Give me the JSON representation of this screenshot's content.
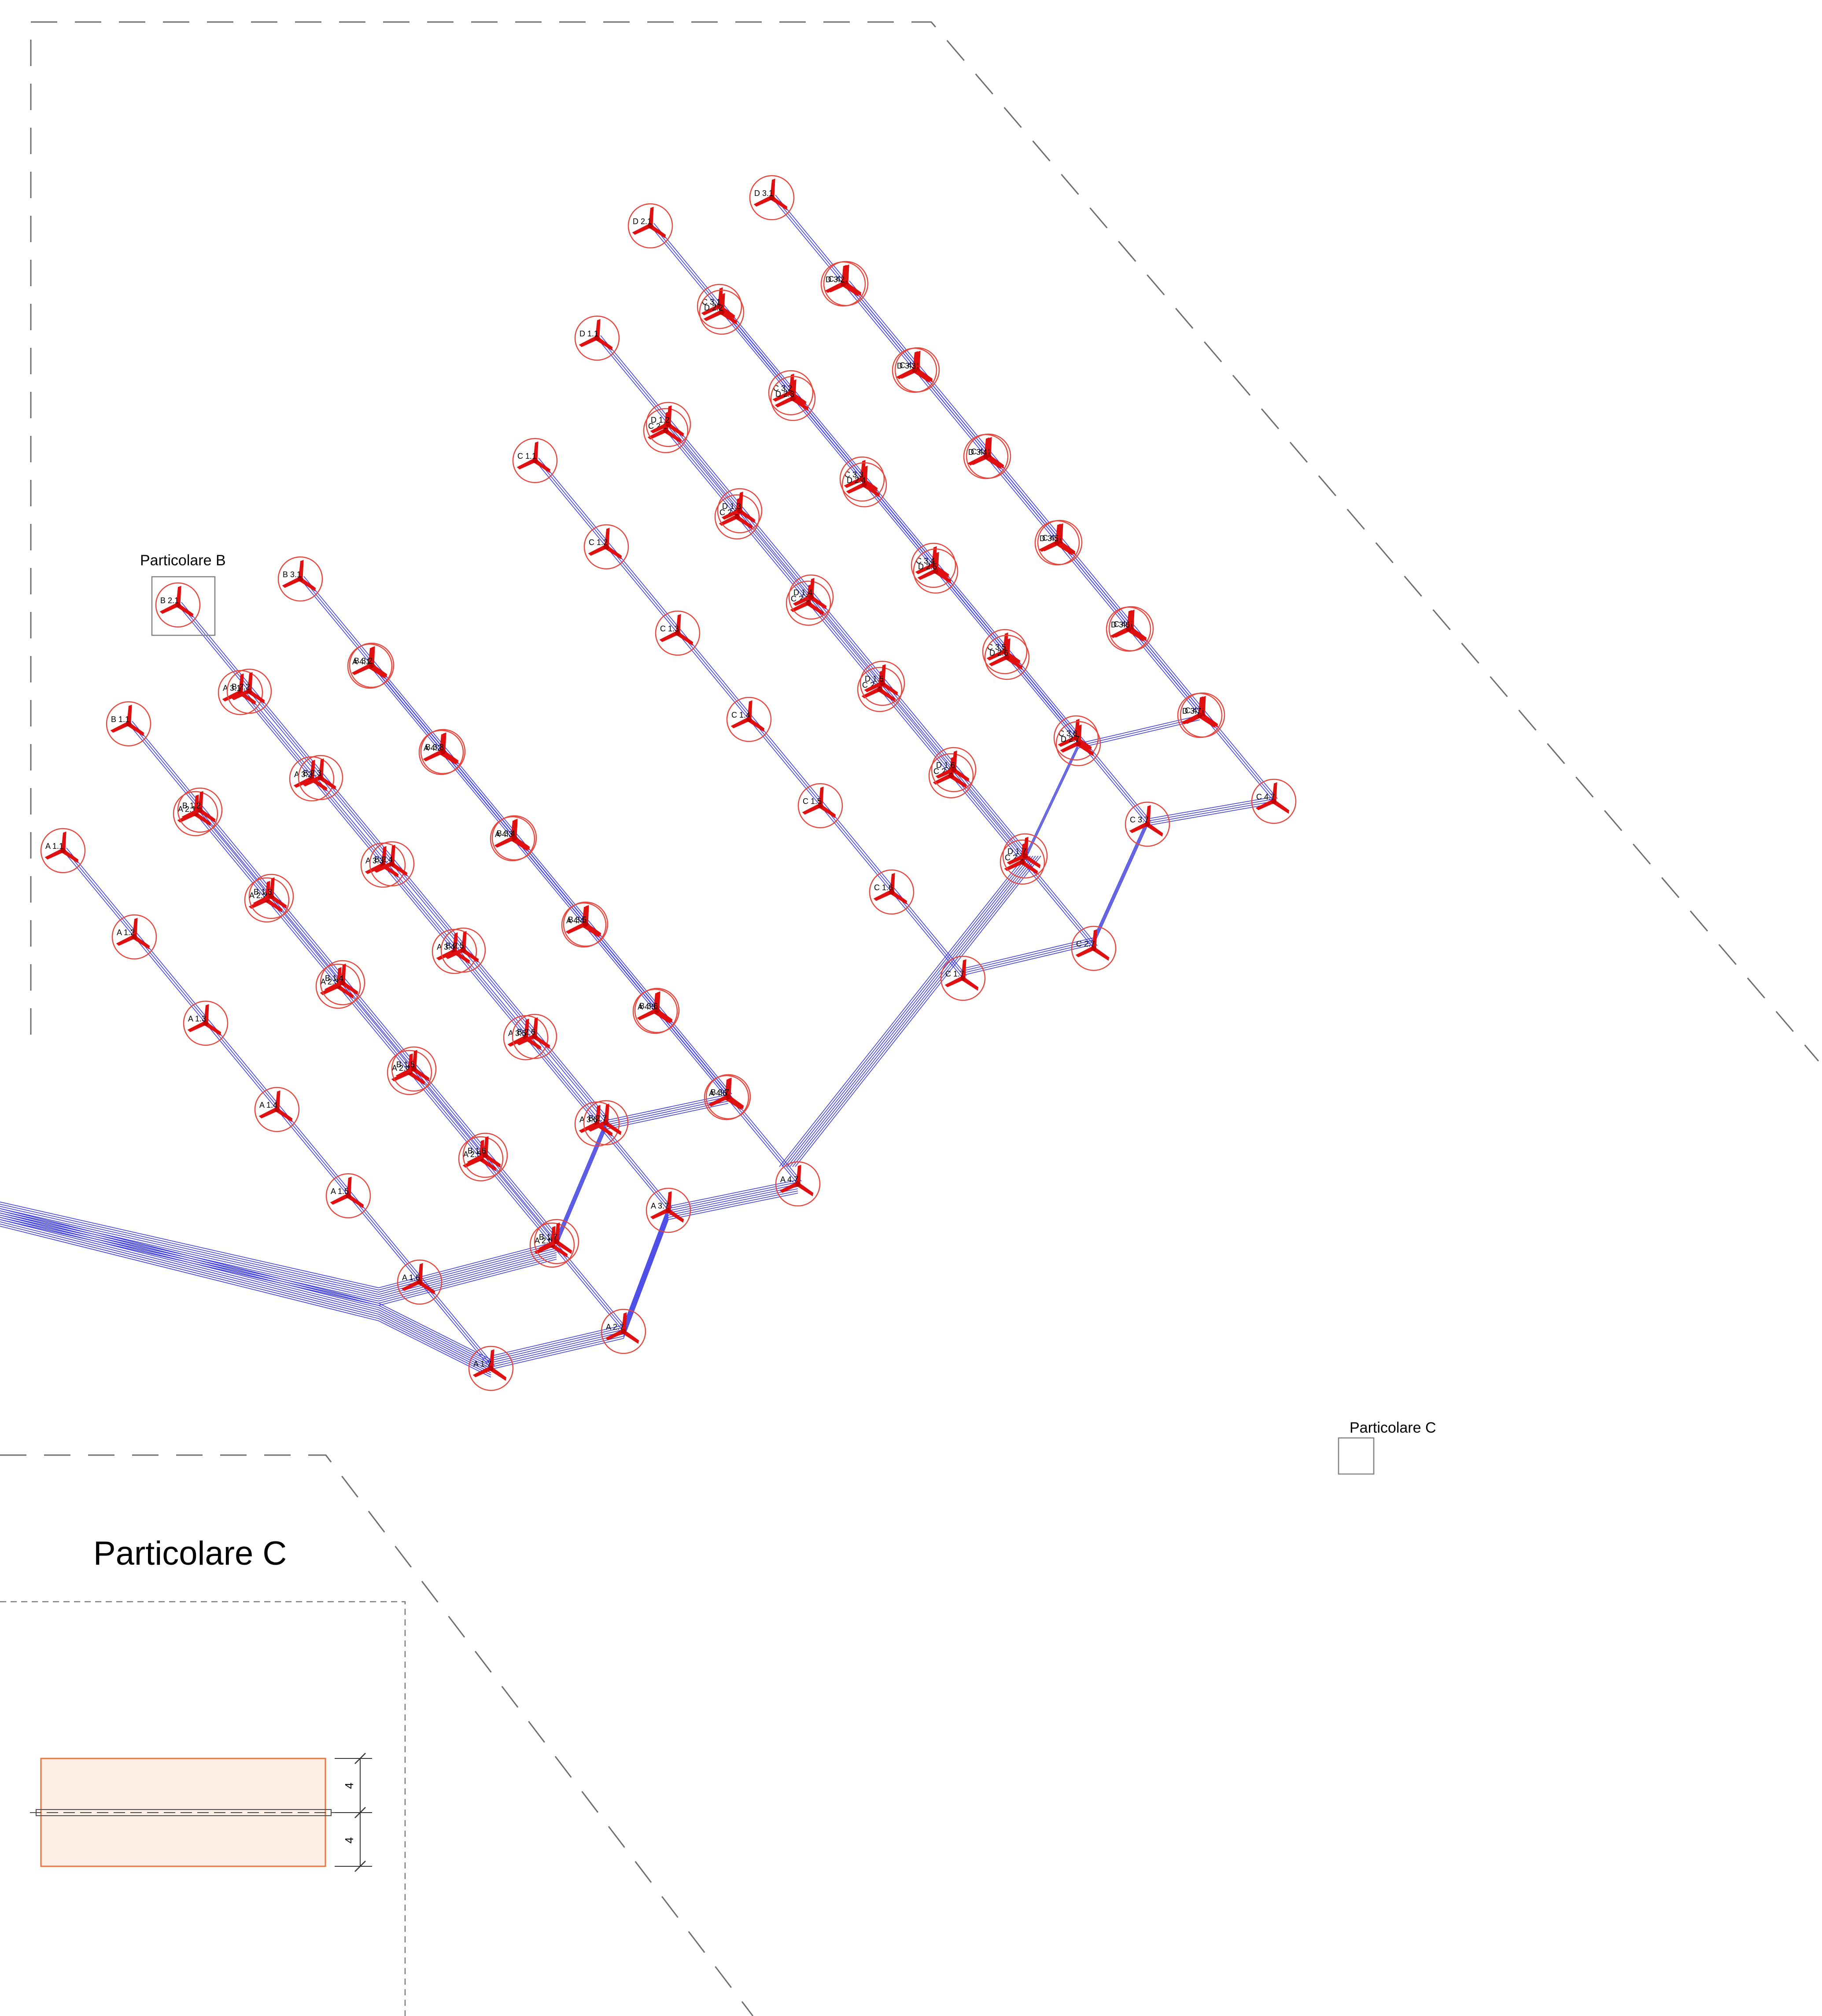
{
  "labels": {
    "particolare_b": "Particolare B",
    "particolare_c_small": "Particolare C",
    "particolare_c_title": "Particolare C",
    "dim_upper": "4",
    "dim_lower": "4"
  },
  "colors": {
    "turbine_circle": "#e8453c",
    "turbine_blade": "#e01010",
    "cable": "#3a3ae8",
    "boundary": "#6e6e6e",
    "pad_fill": "#fdeee5",
    "pad_stroke": "#e8743c"
  },
  "turbines": [
    {
      "id": "A 1.1"
    },
    {
      "id": "A 1.2"
    },
    {
      "id": "A 1.3"
    },
    {
      "id": "A 1.4"
    },
    {
      "id": "A 1.5"
    },
    {
      "id": "A 1.6"
    },
    {
      "id": "A 1.7"
    },
    {
      "id": "A 2.1"
    },
    {
      "id": "A 2.2"
    },
    {
      "id": "A 2.3"
    },
    {
      "id": "A 2.4"
    },
    {
      "id": "A 2.5"
    },
    {
      "id": "A 2.6"
    },
    {
      "id": "A 2.7"
    },
    {
      "id": "A 3.1"
    },
    {
      "id": "A 3.2"
    },
    {
      "id": "A 3.3"
    },
    {
      "id": "A 3.4"
    },
    {
      "id": "A 3.5"
    },
    {
      "id": "A 3.6"
    },
    {
      "id": "A 3.7"
    },
    {
      "id": "A 4.1"
    },
    {
      "id": "A 4.2"
    },
    {
      "id": "A 4.3"
    },
    {
      "id": "A 4.4"
    },
    {
      "id": "A 4.5"
    },
    {
      "id": "A 4.6"
    },
    {
      "id": "A 4.7"
    },
    {
      "id": "B 1.1"
    },
    {
      "id": "B 1.2"
    },
    {
      "id": "B 1.3"
    },
    {
      "id": "B 1.4"
    },
    {
      "id": "B 1.5"
    },
    {
      "id": "B 1.6"
    },
    {
      "id": "B 1.7"
    },
    {
      "id": "B 2.1"
    },
    {
      "id": "B 2.2"
    },
    {
      "id": "B 2.3"
    },
    {
      "id": "B 2.4"
    },
    {
      "id": "B 2.5"
    },
    {
      "id": "B 2.6"
    },
    {
      "id": "B 2.7"
    },
    {
      "id": "B 3.1"
    },
    {
      "id": "B 3.2"
    },
    {
      "id": "B 3.3"
    },
    {
      "id": "B 3.4"
    },
    {
      "id": "B 3.5"
    },
    {
      "id": "B 3.6"
    },
    {
      "id": "B 3.7"
    },
    {
      "id": "C 1.1"
    },
    {
      "id": "C 1.2"
    },
    {
      "id": "C 1.3"
    },
    {
      "id": "C 1.4"
    },
    {
      "id": "C 1.5"
    },
    {
      "id": "C 1.6"
    },
    {
      "id": "C 1.7"
    },
    {
      "id": "C 2.1"
    },
    {
      "id": "C 2.2"
    },
    {
      "id": "C 2.3"
    },
    {
      "id": "C 2.4"
    },
    {
      "id": "C 2.5"
    },
    {
      "id": "C 2.6"
    },
    {
      "id": "C 2.7"
    },
    {
      "id": "C 3.1"
    },
    {
      "id": "C 3.2"
    },
    {
      "id": "C 3.3"
    },
    {
      "id": "C 3.4"
    },
    {
      "id": "C 3.5"
    },
    {
      "id": "C 3.6"
    },
    {
      "id": "C 3.7"
    },
    {
      "id": "C 4.1"
    },
    {
      "id": "C 4.2"
    },
    {
      "id": "C 4.3"
    },
    {
      "id": "C 4.4"
    },
    {
      "id": "C 4.5"
    },
    {
      "id": "C 4.6"
    },
    {
      "id": "C 4.7"
    },
    {
      "id": "D 1.1"
    },
    {
      "id": "D 1.2"
    },
    {
      "id": "D 1.3"
    },
    {
      "id": "D 1.4"
    },
    {
      "id": "D 1.5"
    },
    {
      "id": "D 1.6"
    },
    {
      "id": "D 1.7"
    },
    {
      "id": "D 2.1"
    },
    {
      "id": "D 2.2"
    },
    {
      "id": "D 2.3"
    },
    {
      "id": "D 2.4"
    },
    {
      "id": "D 2.5"
    },
    {
      "id": "D 2.6"
    },
    {
      "id": "D 2.7"
    },
    {
      "id": "D 3.1"
    },
    {
      "id": "D 3.2"
    },
    {
      "id": "D 3.3"
    },
    {
      "id": "D 3.4"
    },
    {
      "id": "D 3.5"
    },
    {
      "id": "D 3.6"
    },
    {
      "id": "D 3.7"
    }
  ]
}
